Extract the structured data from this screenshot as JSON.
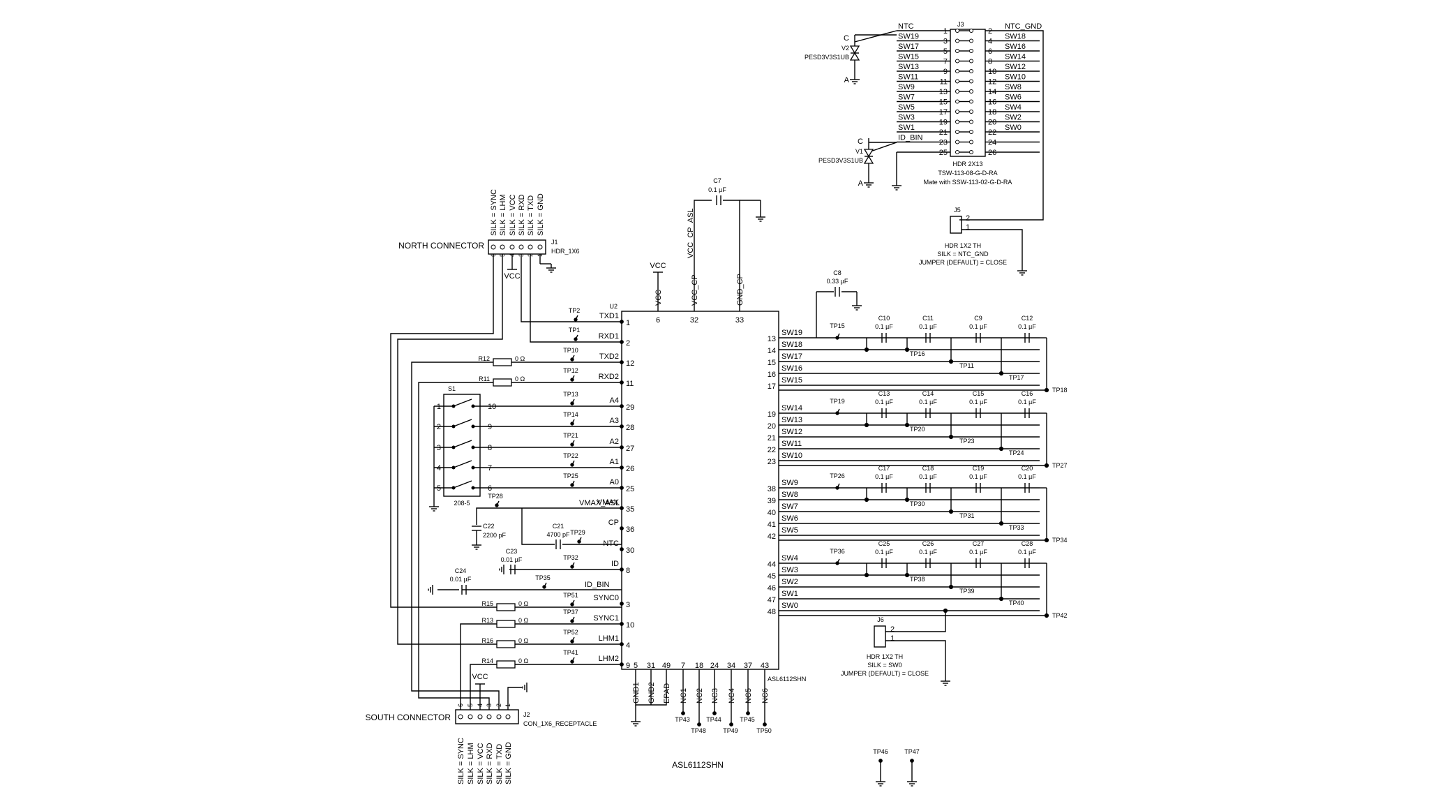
{
  "title": "ASL6112SHN",
  "ic": {
    "ref": "U2",
    "part": "ASL6112SHN",
    "left_pins": [
      {
        "name": "TXD1",
        "num": "1"
      },
      {
        "name": "RXD1",
        "num": "2"
      },
      {
        "name": "TXD2",
        "num": "12"
      },
      {
        "name": "RXD2",
        "num": "11"
      },
      {
        "name": "A4",
        "num": "29"
      },
      {
        "name": "A3",
        "num": "28"
      },
      {
        "name": "A2",
        "num": "27"
      },
      {
        "name": "A1",
        "num": "26"
      },
      {
        "name": "A0",
        "num": "25"
      },
      {
        "name": "VMAX",
        "num": "35"
      },
      {
        "name": "CP",
        "num": "36"
      },
      {
        "name": "NTC",
        "num": "30"
      },
      {
        "name": "ID",
        "num": "8"
      },
      {
        "name": "SYNC0",
        "num": "3"
      },
      {
        "name": "SYNC1",
        "num": "10"
      },
      {
        "name": "LHM1",
        "num": "4"
      },
      {
        "name": "LHM2",
        "num": "9"
      }
    ],
    "top_pins": [
      {
        "name": "VCC",
        "num": "6"
      },
      {
        "name": "VCC_CP",
        "num": "32"
      },
      {
        "name": "GND_CP",
        "num": "33"
      }
    ],
    "right_pins": [
      {
        "name": "SW19",
        "num": "13"
      },
      {
        "name": "SW18",
        "num": "14"
      },
      {
        "name": "SW17",
        "num": "15"
      },
      {
        "name": "SW16",
        "num": "16"
      },
      {
        "name": "SW15",
        "num": "17"
      },
      {
        "name": "SW14",
        "num": "19"
      },
      {
        "name": "SW13",
        "num": "20"
      },
      {
        "name": "SW12",
        "num": "21"
      },
      {
        "name": "SW11",
        "num": "22"
      },
      {
        "name": "SW10",
        "num": "23"
      },
      {
        "name": "SW9",
        "num": "38"
      },
      {
        "name": "SW8",
        "num": "39"
      },
      {
        "name": "SW7",
        "num": "40"
      },
      {
        "name": "SW6",
        "num": "41"
      },
      {
        "name": "SW5",
        "num": "42"
      },
      {
        "name": "SW4",
        "num": "44"
      },
      {
        "name": "SW3",
        "num": "45"
      },
      {
        "name": "SW2",
        "num": "46"
      },
      {
        "name": "SW1",
        "num": "47"
      },
      {
        "name": "SW0",
        "num": "48"
      }
    ],
    "bottom_pins": [
      {
        "name": "GND1",
        "num": "5"
      },
      {
        "name": "GND2",
        "num": "31"
      },
      {
        "name": "EPAD",
        "num": "49"
      },
      {
        "name": "NC1",
        "num": "7"
      },
      {
        "name": "NC2",
        "num": "18"
      },
      {
        "name": "NC3",
        "num": "24"
      },
      {
        "name": "NC4",
        "num": "34"
      },
      {
        "name": "NC5",
        "num": "37"
      },
      {
        "name": "NC6",
        "num": "43"
      }
    ],
    "bottom_tps": [
      "TP43",
      "TP48",
      "TP44",
      "TP49",
      "TP45",
      "TP50"
    ]
  },
  "net_labels": {
    "vcc": "VCC",
    "vcc_cp_asl": "VCC_CP_ASL",
    "vmax_asl": "VMAX_ASL",
    "id_bin": "ID_BIN"
  },
  "c7": {
    "ref": "C7",
    "value": "0.1 µF"
  },
  "c8": {
    "ref": "C8",
    "value": "0.33 µF"
  },
  "north_connector": {
    "label": "NORTH CONNECTOR",
    "ref": "J1",
    "part": "HDR_1X6",
    "silk": [
      "SILK = SYNC",
      "SILK = LHM",
      "SILK = VCC",
      "SILK = RXD",
      "SILK = TXD",
      "SILK = GND"
    ],
    "pins": [
      "6",
      "5",
      "4",
      "3",
      "2",
      "1"
    ],
    "vcc": "VCC"
  },
  "south_connector": {
    "label": "SOUTH CONNECTOR",
    "ref": "J2",
    "part": "CON_1X6_RECEPTACLE",
    "silk": [
      "SILK = SYNC",
      "SILK = LHM",
      "SILK = VCC",
      "SILK = RXD",
      "SILK = TXD",
      "SILK = GND"
    ],
    "pins": [
      "6",
      "5",
      "4",
      "3",
      "2",
      "1"
    ],
    "vcc": "VCC"
  },
  "left_tps": [
    "TP2",
    "TP1",
    "TP10",
    "TP12",
    "TP13",
    "TP14",
    "TP21",
    "TP22",
    "TP25",
    "TP28",
    "TP29",
    "TP32",
    "TP35",
    "TP51",
    "TP37",
    "TP52",
    "TP41"
  ],
  "resistors": [
    {
      "ref": "R12",
      "value": "0 Ω"
    },
    {
      "ref": "R11",
      "value": "0 Ω"
    },
    {
      "ref": "R15",
      "value": "0 Ω"
    },
    {
      "ref": "R13",
      "value": "0 Ω"
    },
    {
      "ref": "R16",
      "value": "0 Ω"
    },
    {
      "ref": "R14",
      "value": "0 Ω"
    }
  ],
  "switch": {
    "ref": "S1",
    "part": "208-5",
    "left_pins": [
      "1",
      "2",
      "3",
      "4",
      "5"
    ],
    "right_pins": [
      "10",
      "9",
      "8",
      "7",
      "6"
    ]
  },
  "left_caps": [
    {
      "ref": "C22",
      "value": "2200 pF"
    },
    {
      "ref": "C21",
      "value": "4700 pF"
    },
    {
      "ref": "C23",
      "value": "0.01 µF"
    },
    {
      "ref": "C24",
      "value": "0.01 µF"
    }
  ],
  "sw_groups": [
    {
      "tp_top": "TP15",
      "tp_mid": [
        "TP16",
        "TP11",
        "TP17"
      ],
      "tp_end": "TP18",
      "caps": [
        {
          "ref": "C10",
          "value": "0.1 µF"
        },
        {
          "ref": "C11",
          "value": "0.1 µF"
        },
        {
          "ref": "C9",
          "value": "0.1 µF"
        },
        {
          "ref": "C12",
          "value": "0.1 µF"
        }
      ]
    },
    {
      "tp_top": "TP19",
      "tp_mid": [
        "TP20",
        "TP23",
        "TP24"
      ],
      "tp_end": "TP27",
      "caps": [
        {
          "ref": "C13",
          "value": "0.1 µF"
        },
        {
          "ref": "C14",
          "value": "0.1 µF"
        },
        {
          "ref": "C15",
          "value": "0.1 µF"
        },
        {
          "ref": "C16",
          "value": "0.1 µF"
        }
      ]
    },
    {
      "tp_top": "TP26",
      "tp_mid": [
        "TP30",
        "TP31",
        "TP33"
      ],
      "tp_end": "TP34",
      "caps": [
        {
          "ref": "C17",
          "value": "0.1 µF"
        },
        {
          "ref": "C18",
          "value": "0.1 µF"
        },
        {
          "ref": "C19",
          "value": "0.1 µF"
        },
        {
          "ref": "C20",
          "value": "0.1 µF"
        }
      ]
    },
    {
      "tp_top": "TP36",
      "tp_mid": [
        "TP38",
        "TP39",
        "TP40"
      ],
      "tp_end": "TP42",
      "caps": [
        {
          "ref": "C25",
          "value": "0.1 µF"
        },
        {
          "ref": "C26",
          "value": "0.1 µF"
        },
        {
          "ref": "C27",
          "value": "0.1 µF"
        },
        {
          "ref": "C28",
          "value": "0.1 µF"
        }
      ]
    }
  ],
  "j3": {
    "ref": "J3",
    "part": "HDR 2X13",
    "mpn": "TSW-113-08-G-D-RA",
    "mate": "Mate with SSW-113-02-G-D-RA",
    "rows": [
      {
        "l": "NTC",
        "ln": "1",
        "rn": "2",
        "r": "NTC_GND"
      },
      {
        "l": "SW19",
        "ln": "3",
        "rn": "4",
        "r": "SW18"
      },
      {
        "l": "SW17",
        "ln": "5",
        "rn": "6",
        "r": "SW16"
      },
      {
        "l": "SW15",
        "ln": "7",
        "rn": "8",
        "r": "SW14"
      },
      {
        "l": "SW13",
        "ln": "9",
        "rn": "10",
        "r": "SW12"
      },
      {
        "l": "SW11",
        "ln": "11",
        "rn": "12",
        "r": "SW10"
      },
      {
        "l": "SW9",
        "ln": "13",
        "rn": "14",
        "r": "SW8"
      },
      {
        "l": "SW7",
        "ln": "15",
        "rn": "16",
        "r": "SW6"
      },
      {
        "l": "SW5",
        "ln": "17",
        "rn": "18",
        "r": "SW4"
      },
      {
        "l": "SW3",
        "ln": "19",
        "rn": "20",
        "r": "SW2"
      },
      {
        "l": "SW1",
        "ln": "21",
        "rn": "22",
        "r": "SW0"
      },
      {
        "l": "ID_BIN",
        "ln": "23",
        "rn": "24",
        "r": ""
      },
      {
        "l": "",
        "ln": "25",
        "rn": "26",
        "r": ""
      }
    ]
  },
  "diodes": [
    {
      "ref": "V2",
      "part": "PESD3V3S1UB",
      "c": "C",
      "a": "A"
    },
    {
      "ref": "V1",
      "part": "PESD3V3S1UB",
      "c": "C",
      "a": "A"
    }
  ],
  "j5": {
    "ref": "J5",
    "pins": [
      "2",
      "1"
    ],
    "lines": [
      "HDR 1X2 TH",
      "SILK = NTC_GND",
      "JUMPER (DEFAULT) = CLOSE"
    ]
  },
  "j6": {
    "ref": "J6",
    "pins": [
      "2",
      "1"
    ],
    "lines": [
      "HDR 1X2 TH",
      "SILK = SW0",
      "JUMPER (DEFAULT) = CLOSE"
    ]
  },
  "misc_tps": [
    "TP46",
    "TP47"
  ]
}
